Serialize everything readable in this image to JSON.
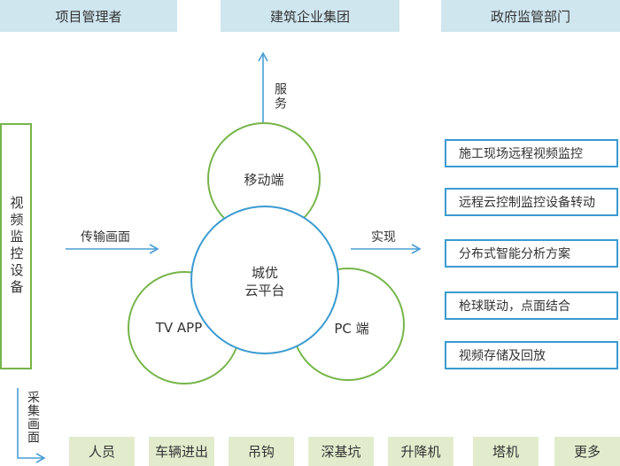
{
  "top": {
    "project_manager": "项目管理者",
    "construction_group": "建筑企业集团",
    "government": "政府监管部门"
  },
  "left_panel": {
    "label": "视频监控设备"
  },
  "arrows": {
    "service": "服务",
    "transmit": "传输画面",
    "realize": "实现",
    "collect": "采集画面"
  },
  "circles": {
    "mobile": "移动端",
    "center_line1": "城优",
    "center_line2": "云平台",
    "tv": "TV APP",
    "pc": "PC 端"
  },
  "features": [
    "施工现场远程视频监控",
    "远程云控制监控设备转动",
    "分布式智能分析方案",
    "枪球联动，点面结合",
    "视频存储及回放"
  ],
  "bottom": [
    "人员",
    "车辆进出",
    "吊钩",
    "深基坑",
    "升降机",
    "塔机",
    "更多"
  ],
  "colors": {
    "top_box": "#cfe6ef",
    "bottom_box": "#e2eccd",
    "green_circle": "#76b54a",
    "blue_circle": "#3a9bd1",
    "arrow": "#4a9fd4"
  }
}
